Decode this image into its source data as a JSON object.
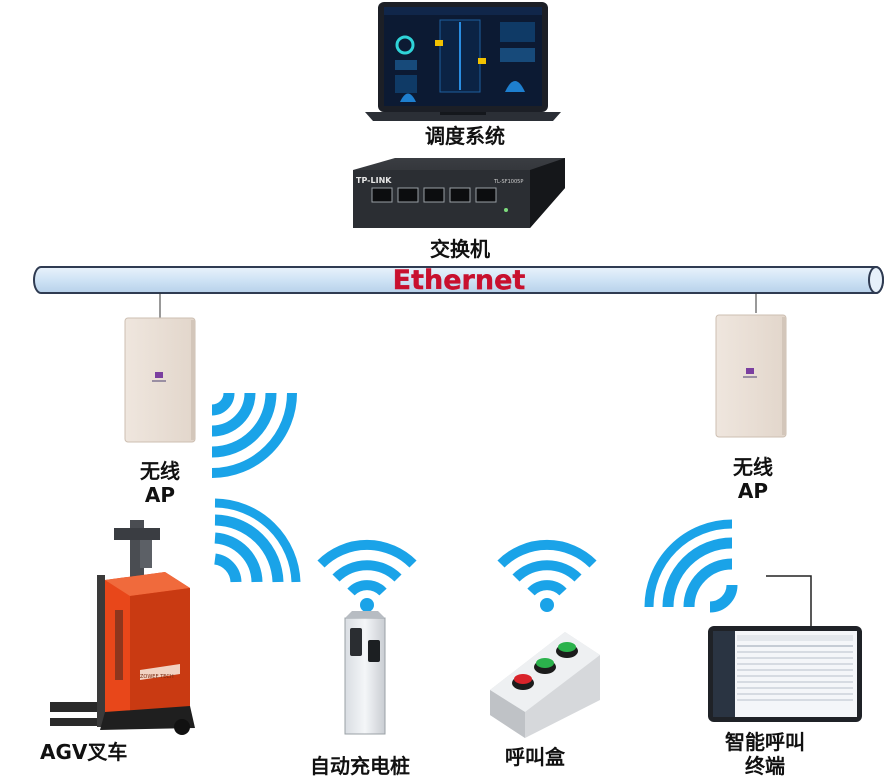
{
  "nodes": {
    "dispatch_system": "调度系统",
    "switch": "交换机",
    "ap_left": [
      "无线",
      "AP"
    ],
    "ap_right": [
      "无线",
      "AP"
    ],
    "agv": "AGV叉车",
    "charger": "自动充电桩",
    "call_box": "呼叫盒",
    "terminal": [
      "智能呼叫",
      "终端"
    ]
  },
  "network": {
    "bus_label": "Ethernet"
  },
  "device_marks": {
    "switch_brand": "TP-LINK",
    "switch_model": "TL-SF1005P",
    "forklift_brand": "ZOWEE TECH"
  },
  "colors": {
    "wifi": "#1aa3e8",
    "bus_fill": "#cfe3f5",
    "bus_text": "#c8102e",
    "forklift": "#e8471a"
  }
}
